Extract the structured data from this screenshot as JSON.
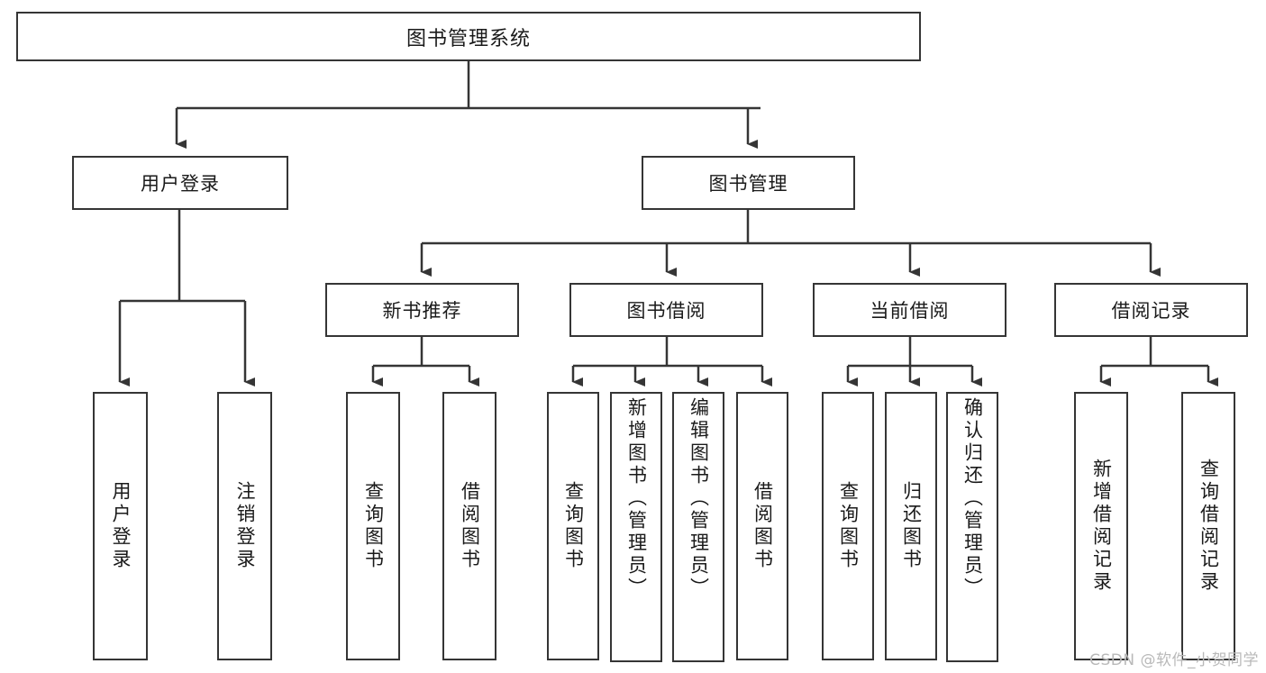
{
  "diagram": {
    "title": "图书管理系统",
    "type": "tree-hierarchy-diagram",
    "colors": {
      "background": "#ffffff",
      "stroke": "#353535",
      "text": "#1a1a1a",
      "watermark": "#b9b9b9"
    },
    "root": {
      "label": "图书管理系统"
    },
    "level2": [
      {
        "label": "用户登录"
      },
      {
        "label": "图书管理"
      }
    ],
    "level3": [
      {
        "label": "新书推荐"
      },
      {
        "label": "图书借阅"
      },
      {
        "label": "当前借阅"
      },
      {
        "label": "借阅记录"
      }
    ],
    "leaves": {
      "user_login": [
        {
          "label": "用户登录"
        },
        {
          "label": "注销登录"
        }
      ],
      "new_book_recommend": [
        {
          "label": "查询图书"
        },
        {
          "label": "借阅图书"
        }
      ],
      "book_borrow": [
        {
          "label": "查询图书"
        },
        {
          "label": "新增图书（管理员）"
        },
        {
          "label": "编辑图书（管理员）"
        },
        {
          "label": "借阅图书"
        }
      ],
      "current_borrow": [
        {
          "label": "查询图书"
        },
        {
          "label": "归还图书"
        },
        {
          "label": "确认归还（管理员）"
        }
      ],
      "borrow_record": [
        {
          "label": "新增借阅记录"
        },
        {
          "label": "查询借阅记录"
        }
      ]
    },
    "watermark": "CSDN @软件_小贺同学"
  }
}
